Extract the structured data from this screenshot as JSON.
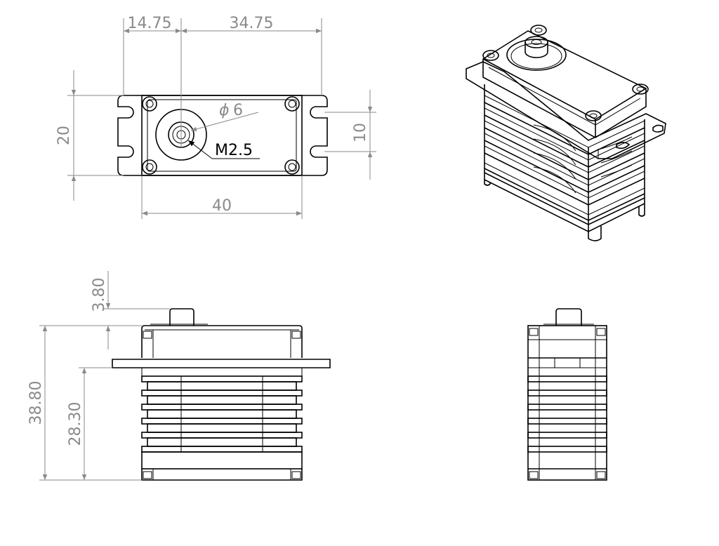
{
  "dimensions": {
    "mount_to_axis": "14.75",
    "axis_to_end": "34.75",
    "body_width": "20",
    "slot_spacing": "10",
    "body_length": "40",
    "horn_height": "3.80",
    "total_height": "38.80",
    "flange_height": "28.30"
  },
  "callouts": {
    "shaft_diameter_symbol": "ϕ",
    "shaft_diameter": "6",
    "thread": "M2.5"
  }
}
